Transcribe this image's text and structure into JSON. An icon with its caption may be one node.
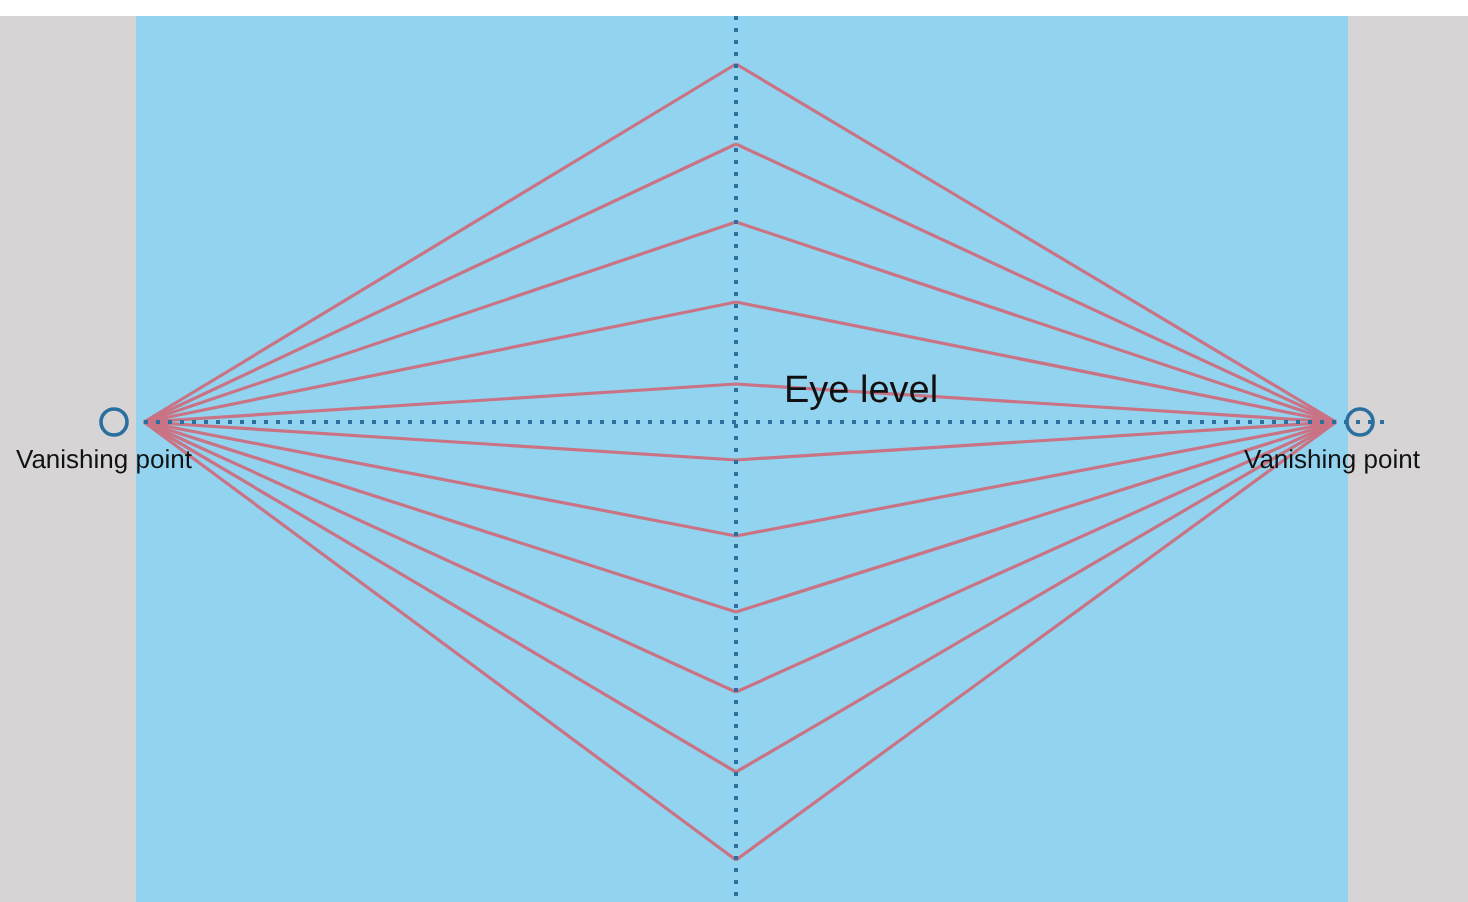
{
  "diagram": {
    "nodes": [
      {
        "text": [],
        "shape": "circle",
        "beside": [
          "Vanishing point"
        ]
      },
      {
        "text": [],
        "shape": "circle",
        "beside": [
          "Vanishing point"
        ]
      }
    ],
    "labels": [
      "Eye level"
    ]
  }
}
